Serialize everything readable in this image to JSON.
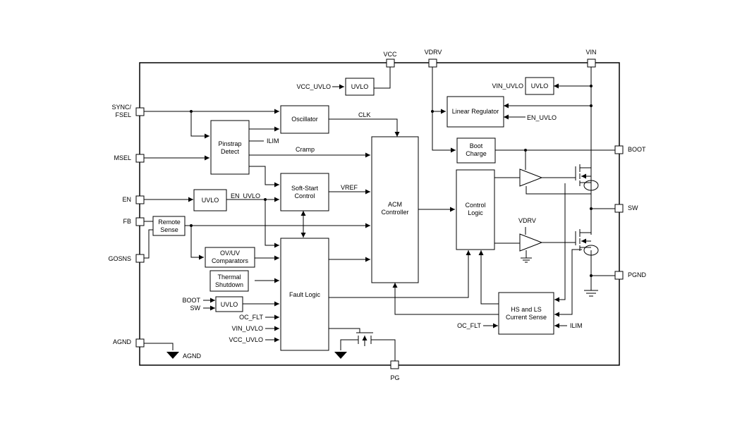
{
  "pins": {
    "vcc": "VCC",
    "vdrv": "VDRV",
    "vin": "VIN",
    "sync_fsel": [
      "SYNC/",
      "FSEL"
    ],
    "msel": "MSEL",
    "en": "EN",
    "fb": "FB",
    "gosns": "GOSNS",
    "agnd": "AGND",
    "boot": "BOOT",
    "sw": "SW",
    "pgnd": "PGND",
    "pg": "PG"
  },
  "blocks": {
    "uvlo_vcc": "UVLO",
    "uvlo_vin": "UVLO",
    "uvlo_en": "UVLO",
    "uvlo_boot": "UVLO",
    "oscillator": "Oscillator",
    "pinstrap_detect": [
      "Pinstrap",
      "Detect"
    ],
    "linear_regulator": "Linear Regulator",
    "boot_charge": [
      "Boot",
      "Charge"
    ],
    "soft_start_control": [
      "Soft-Start",
      "Control"
    ],
    "remote_sense": [
      "Remote",
      "Sense"
    ],
    "ov_uv_comparators": [
      "OV/UV",
      "Comparators"
    ],
    "thermal_shutdown": [
      "Thermal",
      "Shutdown"
    ],
    "fault_logic": "Fault Logic",
    "acm_controller": [
      "ACM",
      "Controller"
    ],
    "control_logic": [
      "Control",
      "Logic"
    ],
    "hs_ls_current_sense": [
      "HS and LS",
      "Current Sense"
    ]
  },
  "signals": {
    "vcc_uvlo": "VCC_UVLO",
    "vin_uvlo": "VIN_UVLO",
    "en_uvlo_linreg": "EN_UVLO",
    "en_uvlo": "EN_UVLO",
    "clk": "CLK",
    "ilim_pinstrap": "ILIM",
    "cramp": "Cramp",
    "vref": "VREF",
    "vdrv_lowside": "VDRV",
    "boot_in": "BOOT",
    "sw_in": "SW",
    "oc_flt_fault": "OC_FLT",
    "vin_uvlo_fault": "VIN_UVLO",
    "vcc_uvlo_fault": "VCC_UVLO",
    "oc_flt_cs": "OC_FLT",
    "ilim_cs": "ILIM",
    "agnd_ground": "AGND"
  }
}
